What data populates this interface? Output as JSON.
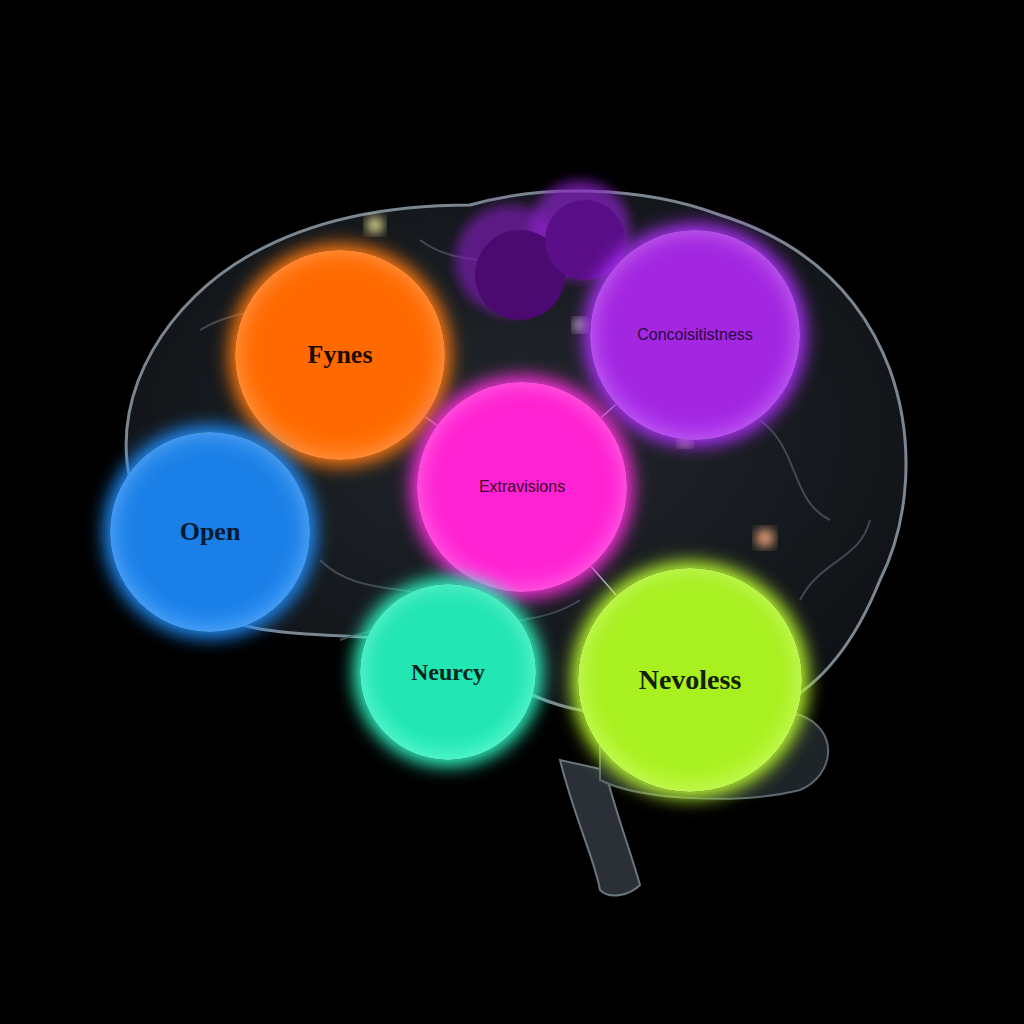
{
  "diagram": {
    "nodes": [
      {
        "text": [
          "Fynes"
        ]
      },
      {
        "text": [
          "Concoisitistness"
        ]
      },
      {
        "text": [
          "Open"
        ]
      },
      {
        "text": [
          "Extravisions"
        ]
      },
      {
        "text": [
          "Neurcy"
        ]
      },
      {
        "text": [
          "Nevoless"
        ]
      }
    ],
    "edges": [
      {
        "from": 0,
        "to": 3,
        "arrow": "none"
      },
      {
        "from": 3,
        "to": 1,
        "arrow": "none"
      },
      {
        "from": 3,
        "to": 5,
        "arrow": "none"
      }
    ]
  }
}
